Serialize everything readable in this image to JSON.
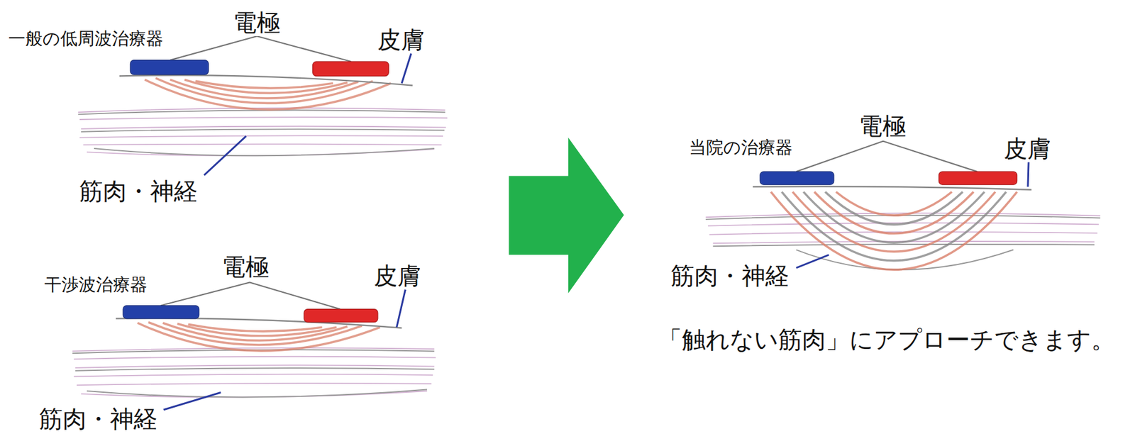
{
  "diagram": {
    "caption": "「触れない筋肉」にアプローチできます。",
    "labels": [
      "電極",
      "一般の低周波治療器",
      "皮膚",
      "筋肉・神経",
      "電極",
      "干渉波治療器",
      "皮膚",
      "筋肉・神経",
      "電極",
      "当院の治療器",
      "皮膚",
      "筋肉・神経"
    ]
  }
}
